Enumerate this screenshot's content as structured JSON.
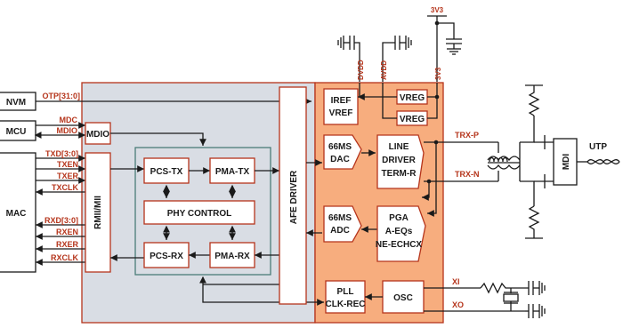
{
  "external": {
    "nvm": "NVM",
    "mcu": "MCU",
    "mac": "MAC",
    "utp": "UTP",
    "mdi": "MDI"
  },
  "signals": {
    "otp": "OTP[31:0]",
    "mdc": "MDC",
    "mdio": "MDIO",
    "txd": "TXD[3:0]",
    "txen": "TXEN",
    "txer": "TXER",
    "txclk": "TXCLK",
    "rxd": "RXD[3:0]",
    "rxen": "RXEN",
    "rxer": "RXER",
    "rxclk": "RXCLK",
    "trxp": "TRX-P",
    "trxn": "TRX-N",
    "xi": "XI",
    "xo": "XO"
  },
  "power": {
    "v3v3_top": "3V3",
    "dvdd": "DVDD",
    "avdd": "AVDD",
    "v3v3": "3V3"
  },
  "blocks": {
    "mdio": "MDIO",
    "rmii": "RMII/MII",
    "pcs_tx": "PCS-TX",
    "pma_tx": "PMA-TX",
    "phy_control": "PHY CONTROL",
    "pcs_rx": "PCS-RX",
    "pma_rx": "PMA-RX",
    "afe_driver": "AFE DRIVER",
    "iref_vref": [
      "IREF",
      "VREF"
    ],
    "vreg1": "VREG",
    "vreg2": "VREG",
    "dac": [
      "66MS",
      "DAC"
    ],
    "adc": [
      "66MS",
      "ADC"
    ],
    "line_driver": [
      "LINE",
      "DRIVER",
      "TERM-R"
    ],
    "pga": [
      "PGA",
      "A-EQs",
      "NE-ECHCX"
    ],
    "pll": [
      "PLL",
      "CLK-REC"
    ],
    "osc": "OSC"
  },
  "colors": {
    "digital_bg": "#d9dde4",
    "analog_bg": "#f7ad7e",
    "border": "#b5341b",
    "inner": "#4a7c78"
  }
}
